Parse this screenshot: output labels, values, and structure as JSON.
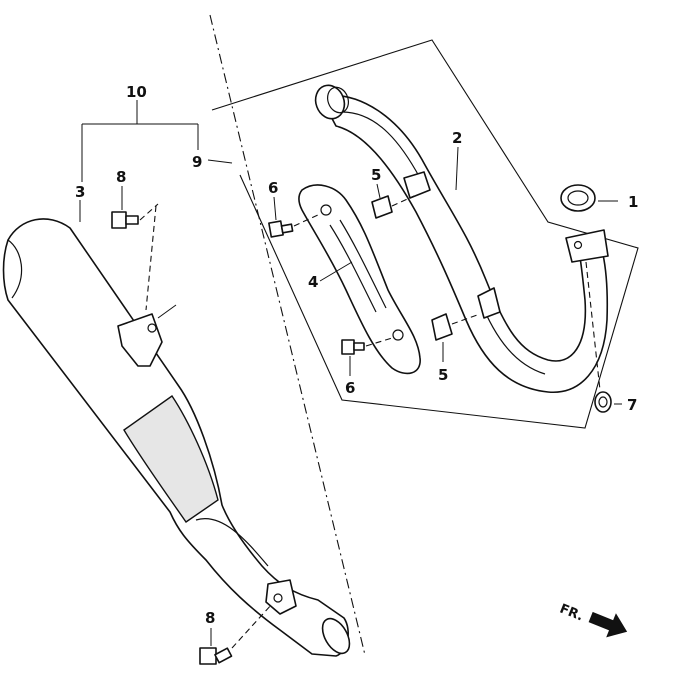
{
  "callouts": {
    "c1": "1",
    "c2": "2",
    "c3": "3",
    "c4": "4",
    "c5a": "5",
    "c5b": "5",
    "c6a": "6",
    "c6b": "6",
    "c7": "7",
    "c8a": "8",
    "c8b": "8",
    "c9": "9",
    "c10": "10"
  },
  "direction_indicator": {
    "label": "FR."
  }
}
